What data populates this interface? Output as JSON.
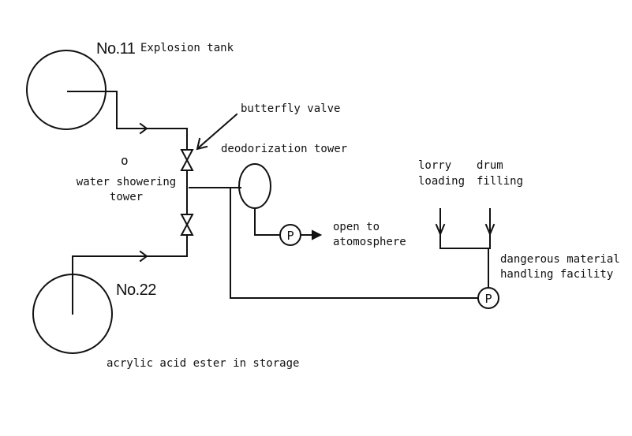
{
  "tanks": {
    "explosion_tank": {
      "number": "No.11",
      "label": "Explosion tank"
    },
    "storage_tank": {
      "number": "No.22",
      "label": "acrylic acid ester in storage"
    }
  },
  "water_showering_tower": {
    "marker": "o",
    "line1": "water showering",
    "line2": "tower"
  },
  "butterfly_valve": {
    "label": "butterfly valve"
  },
  "deodorization_tower": {
    "label": "deodorization tower"
  },
  "open_to_atmosphere": {
    "line1": "open to",
    "line2": "atomosphere"
  },
  "lorry_loading": {
    "line1": "lorry",
    "line2": "loading"
  },
  "drum_filling": {
    "line1": "drum",
    "line2": "filling"
  },
  "dangerous_material": {
    "line1": "dangerous material",
    "line2": "handling facility"
  },
  "pump_symbol": "P",
  "colors": {
    "ink": "#111111",
    "background": "#ffffff"
  }
}
